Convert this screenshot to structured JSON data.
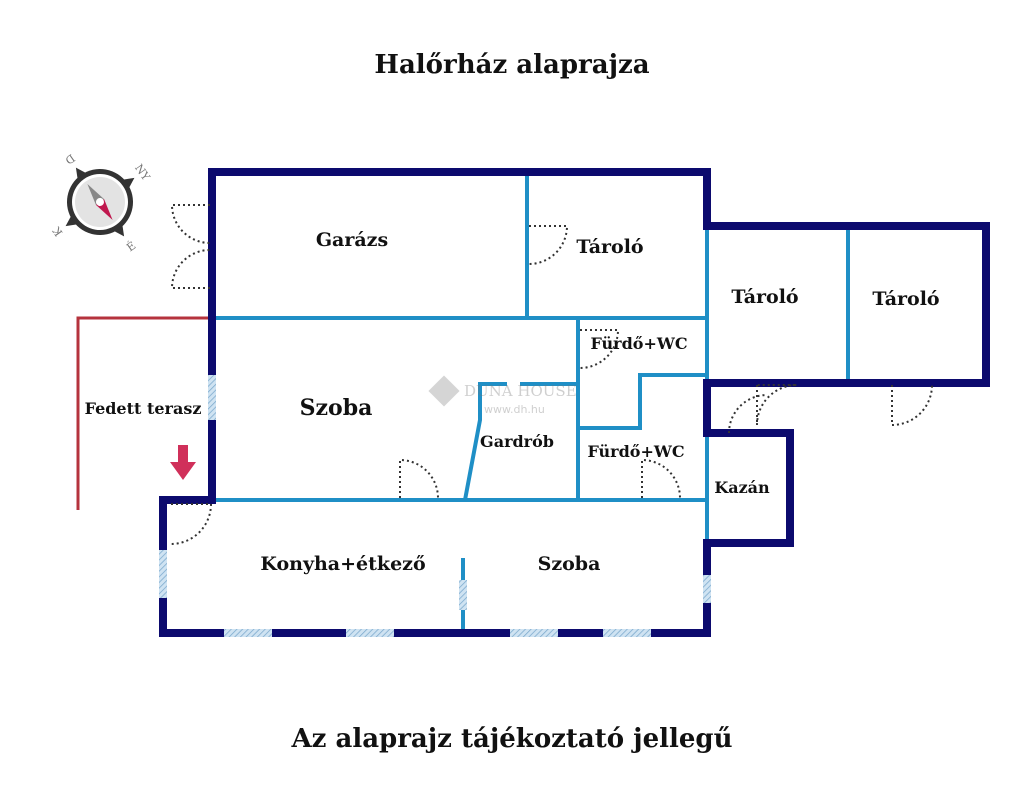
{
  "title": "Halőrház alaprajza",
  "footer": "Az alaprajz tájékoztató jellegű",
  "rooms": {
    "garage": "Garázs",
    "storage1": "Tároló",
    "storage2": "Tároló",
    "storage3": "Tároló",
    "bath1": "Fürdő+WC",
    "bath2": "Fürdő+WC",
    "room1": "Szoba",
    "wardrobe": "Gardrób",
    "boiler": "Kazán",
    "kitchen": "Konyha+étkező",
    "room2": "Szoba",
    "terrace": "Fedett terasz"
  },
  "compass": {
    "n": "É",
    "s": "D",
    "e": "K",
    "w": "NY"
  },
  "watermark": {
    "brand": "DUNA HOUSE",
    "url": "www.dh.hu"
  },
  "colors": {
    "outer_wall": "#0c0a6e",
    "inner_wall": "#1f8fc6",
    "terrace": "#b5333d",
    "entry_arrow": "#d0305a"
  }
}
